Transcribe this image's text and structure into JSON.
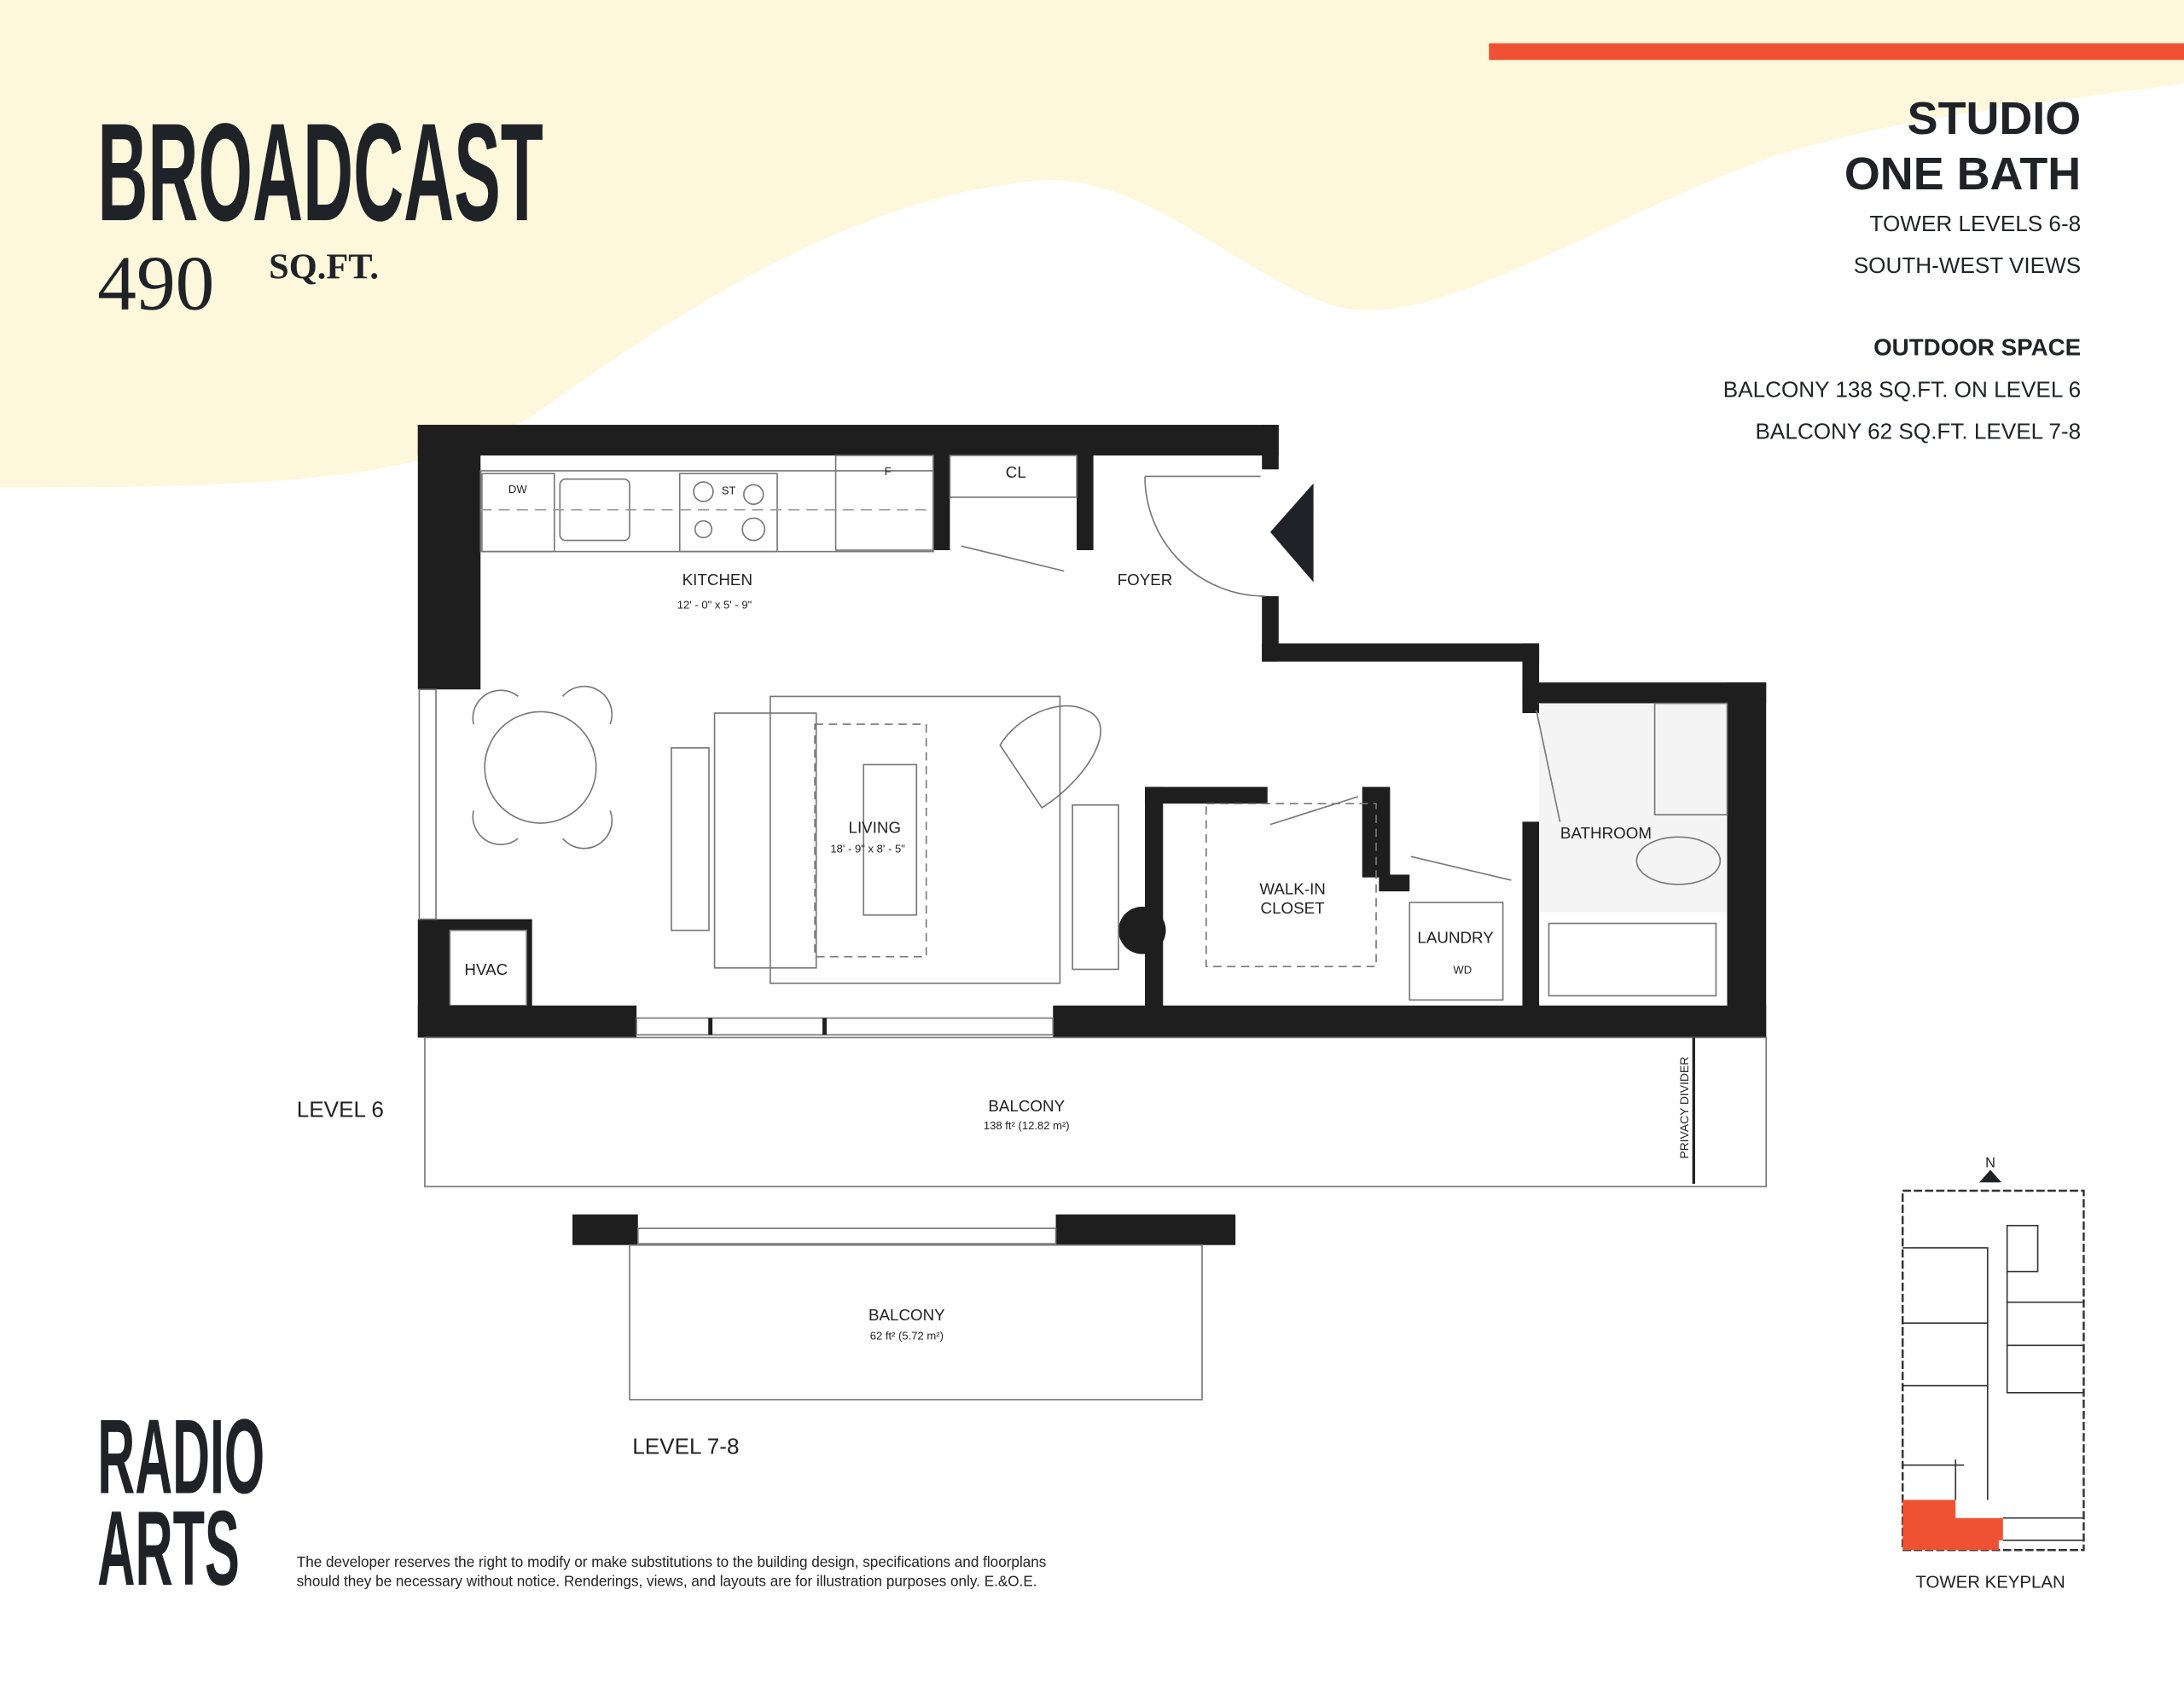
{
  "header": {
    "unit_name": "BROADCAST",
    "area_value": "490",
    "area_unit": "SQ.FT."
  },
  "unit_info": {
    "type_line1": "STUDIO",
    "type_line2": "ONE BATH",
    "levels": "TOWER LEVELS 6-8",
    "views": "SOUTH-WEST VIEWS",
    "outdoor_heading": "OUTDOOR SPACE",
    "outdoor_line1": "BALCONY 138 SQ.FT. ON LEVEL 6",
    "outdoor_line2": "BALCONY 62 SQ.FT. LEVEL 7-8"
  },
  "colors": {
    "accent": "#ef5233",
    "cream": "#fdf7dc",
    "ink": "#1f2328"
  },
  "floorplan": {
    "kitchen": {
      "label": "KITCHEN",
      "dims": "12' - 0\" x   5' - 9\""
    },
    "living": {
      "label": "LIVING",
      "dims": "18' - 9\" x    8' - 5\""
    },
    "foyer": "FOYER",
    "closet": "CL",
    "dishwasher": "DW",
    "stove": "ST",
    "fridge": "F",
    "hvac": "HVAC",
    "walkin_line1": "WALK-IN",
    "walkin_line2": "CLOSET",
    "laundry": "LAUNDRY",
    "washer_dryer": "WD",
    "bathroom": "BATHROOM",
    "privacy_divider": "PRIVACY DIVIDER"
  },
  "balconies": [
    {
      "level": "LEVEL 6",
      "label": "BALCONY",
      "area": "138 ft² (12.82 m²)"
    },
    {
      "level": "LEVEL 7-8",
      "label": "BALCONY",
      "area": "62 ft² (5.72 m²)"
    }
  ],
  "keyplan": {
    "north": "N",
    "label": "TOWER KEYPLAN"
  },
  "logo": {
    "line1": "RADIO",
    "line2": "ARTS"
  },
  "disclaimer": {
    "line1": "The developer reserves the right to modify or make substitutions to the building design, specifications and floorplans",
    "line2": "should they be necessary without notice. Renderings, views, and layouts are for illustration purposes only. E.&O.E."
  }
}
